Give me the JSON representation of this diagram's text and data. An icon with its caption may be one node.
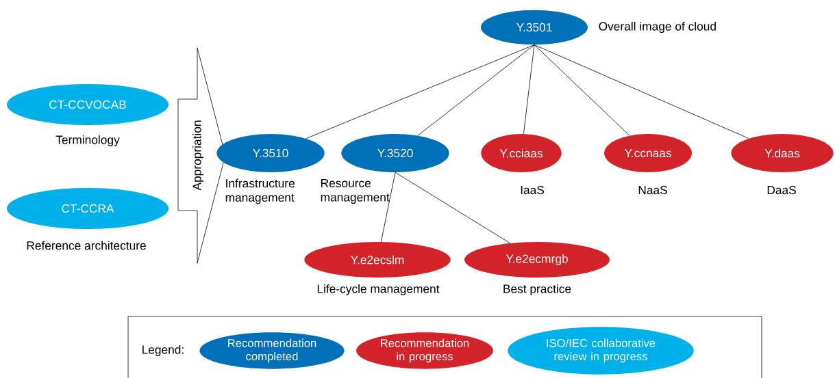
{
  "diagram": {
    "nodes": [
      {
        "text": [
          "Y.3501"
        ],
        "beside": [
          "Overall image of cloud"
        ]
      },
      {
        "text": [
          "CT-CCVOCAB"
        ],
        "beside": [
          "Terminology"
        ]
      },
      {
        "text": [
          "CT-CCRA"
        ],
        "beside": [
          "Reference architecture"
        ]
      },
      {
        "text": [
          "Appropriation"
        ]
      },
      {
        "text": [
          "Y.3510"
        ],
        "beside": [
          "Infrastructure management"
        ]
      },
      {
        "text": [
          "Y.3520"
        ],
        "beside": [
          "Resource management"
        ]
      },
      {
        "text": [
          "Y.cciaas"
        ],
        "beside": [
          "IaaS"
        ]
      },
      {
        "text": [
          "Y.ccnaas"
        ],
        "beside": [
          "NaaS"
        ]
      },
      {
        "text": [
          "Y.daas"
        ],
        "beside": [
          "DaaS"
        ]
      },
      {
        "text": [
          "Y.e2ecslm"
        ],
        "beside": [
          "Life-cycle management"
        ]
      },
      {
        "text": [
          "Y.e2ecmrgb"
        ],
        "beside": [
          "Best practice"
        ]
      }
    ],
    "edges": [
      {
        "from": 0,
        "to": 4,
        "arrow": "none"
      },
      {
        "from": 0,
        "to": 5,
        "arrow": "none"
      },
      {
        "from": 0,
        "to": 6,
        "arrow": "none"
      },
      {
        "from": 0,
        "to": 7,
        "arrow": "none"
      },
      {
        "from": 0,
        "to": 8,
        "arrow": "none"
      },
      {
        "from": 5,
        "to": 9,
        "arrow": "none"
      },
      {
        "from": 5,
        "to": 10,
        "arrow": "none"
      }
    ],
    "labels": [
      "Legend:"
    ],
    "legend": [
      {
        "text": "Recommendation completed",
        "color": "#0070b8"
      },
      {
        "text": "Recommendation in progress",
        "color": "#d2232a"
      },
      {
        "text": "ISO/IEC collaborative review in progress",
        "color": "#00b0e8"
      }
    ]
  }
}
